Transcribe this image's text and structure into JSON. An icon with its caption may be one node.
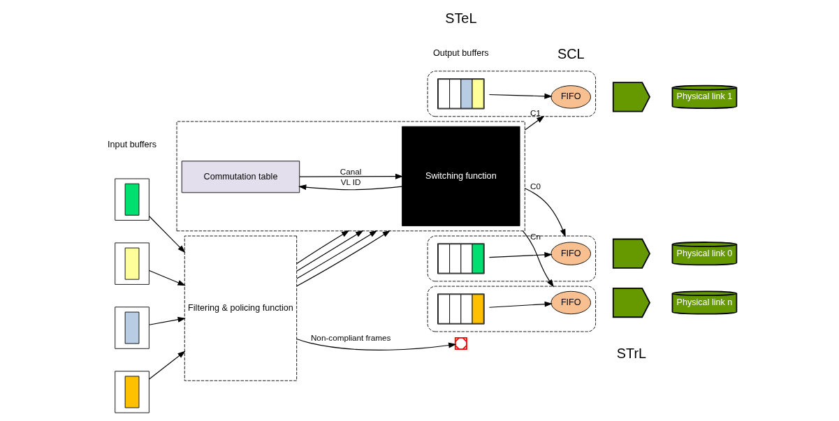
{
  "diagram": {
    "nodes": [
      {
        "text": [],
        "shape": "box"
      },
      {
        "text": [],
        "shape": "box"
      },
      {
        "text": [],
        "shape": "box"
      },
      {
        "text": [],
        "shape": "box"
      },
      {
        "text": [
          "Filtering & policing function"
        ]
      },
      {
        "text": [],
        "shape": "box"
      },
      {
        "text": [
          "Commutation table"
        ],
        "in": 5
      },
      {
        "text": [
          "Switching function"
        ],
        "in": 5
      },
      {
        "text": [],
        "shape": "cross"
      },
      {
        "text": [],
        "shape": "pentagon"
      },
      {
        "text": [],
        "shape": "bar",
        "in": 9
      },
      {
        "text": [
          "FIFO"
        ],
        "in": 9
      },
      {
        "text": [],
        "shape": "chevron"
      },
      {
        "text": [
          "Physical link 0"
        ]
      },
      {
        "text": [],
        "shape": "pentagon"
      },
      {
        "text": [],
        "shape": "bar",
        "in": 14
      },
      {
        "text": [
          "FIFO"
        ],
        "in": 14
      },
      {
        "text": [],
        "shape": "chevron"
      },
      {
        "text": [
          "Physical link 1"
        ]
      },
      {
        "text": [],
        "shape": "pentagon"
      },
      {
        "text": [],
        "shape": "bar",
        "in": 19
      },
      {
        "text": [
          "FIFO"
        ],
        "in": 19
      },
      {
        "text": [],
        "shape": "chevron"
      },
      {
        "text": [
          "Physical link n"
        ]
      }
    ],
    "edges": [
      {
        "from": 0,
        "to": 4,
        "arrow": "to"
      },
      {
        "from": 1,
        "to": 4,
        "arrow": "to"
      },
      {
        "from": 2,
        "to": 4,
        "arrow": "to"
      },
      {
        "from": 3,
        "to": 4,
        "arrow": "to"
      },
      {
        "from": 4,
        "to": 5,
        "arrow": "to"
      },
      {
        "from": 4,
        "to": 5,
        "arrow": "to"
      },
      {
        "from": 4,
        "to": 5,
        "arrow": "to"
      },
      {
        "from": 4,
        "to": 5,
        "arrow": "to"
      },
      {
        "from": 7,
        "to": 6,
        "arrow": "to",
        "label": "VL ID"
      },
      {
        "from": 6,
        "to": 7,
        "arrow": "to",
        "label": "Canal"
      },
      {
        "from": 4,
        "to": 8,
        "arrow": "to",
        "label": "Non-compliant frames"
      },
      {
        "from": 5,
        "to": 9,
        "arrow": "to",
        "label": "C0"
      },
      {
        "from": 10,
        "to": 11,
        "arrow": "to"
      },
      {
        "from": 5,
        "to": 14,
        "arrow": "to",
        "label": "C1"
      },
      {
        "from": 15,
        "to": 16,
        "arrow": "to"
      },
      {
        "from": 5,
        "to": 19,
        "arrow": "to",
        "label": "Cn"
      },
      {
        "from": 20,
        "to": 21,
        "arrow": "to"
      }
    ],
    "labels": [
      "Input buffers",
      "Output buffers",
      "STeL",
      "SCL",
      "STrL"
    ]
  }
}
